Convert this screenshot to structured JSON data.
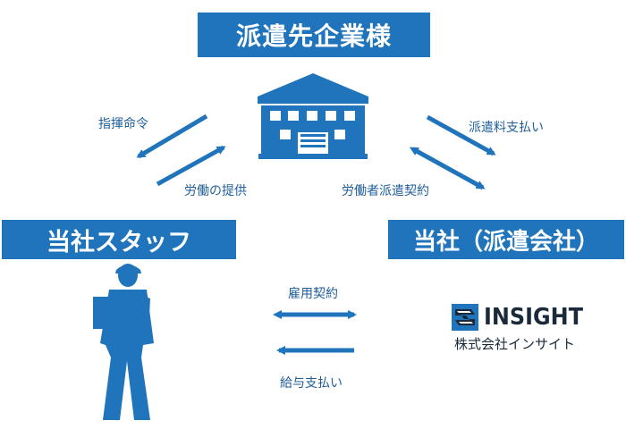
{
  "boxes": {
    "client": "派遣先企業様",
    "staff": "当社スタッフ",
    "company": "当社（派遣会社）"
  },
  "labels": {
    "instruction": "指揮命令",
    "labor_provision": "労働の提供",
    "dispatch_fee": "派遣料支払い",
    "dispatch_contract": "労働者派遣契約",
    "employment_contract": "雇用契約",
    "salary_payment": "給与支払い"
  },
  "logo": {
    "name": "INSIGHT",
    "subtitle": "株式会社インサイト"
  },
  "colors": {
    "primary_blue": "#1f74bc",
    "label_text": "#1f5e9a"
  },
  "icons": [
    "building-icon",
    "worker-icon",
    "insight-logo-icon"
  ]
}
